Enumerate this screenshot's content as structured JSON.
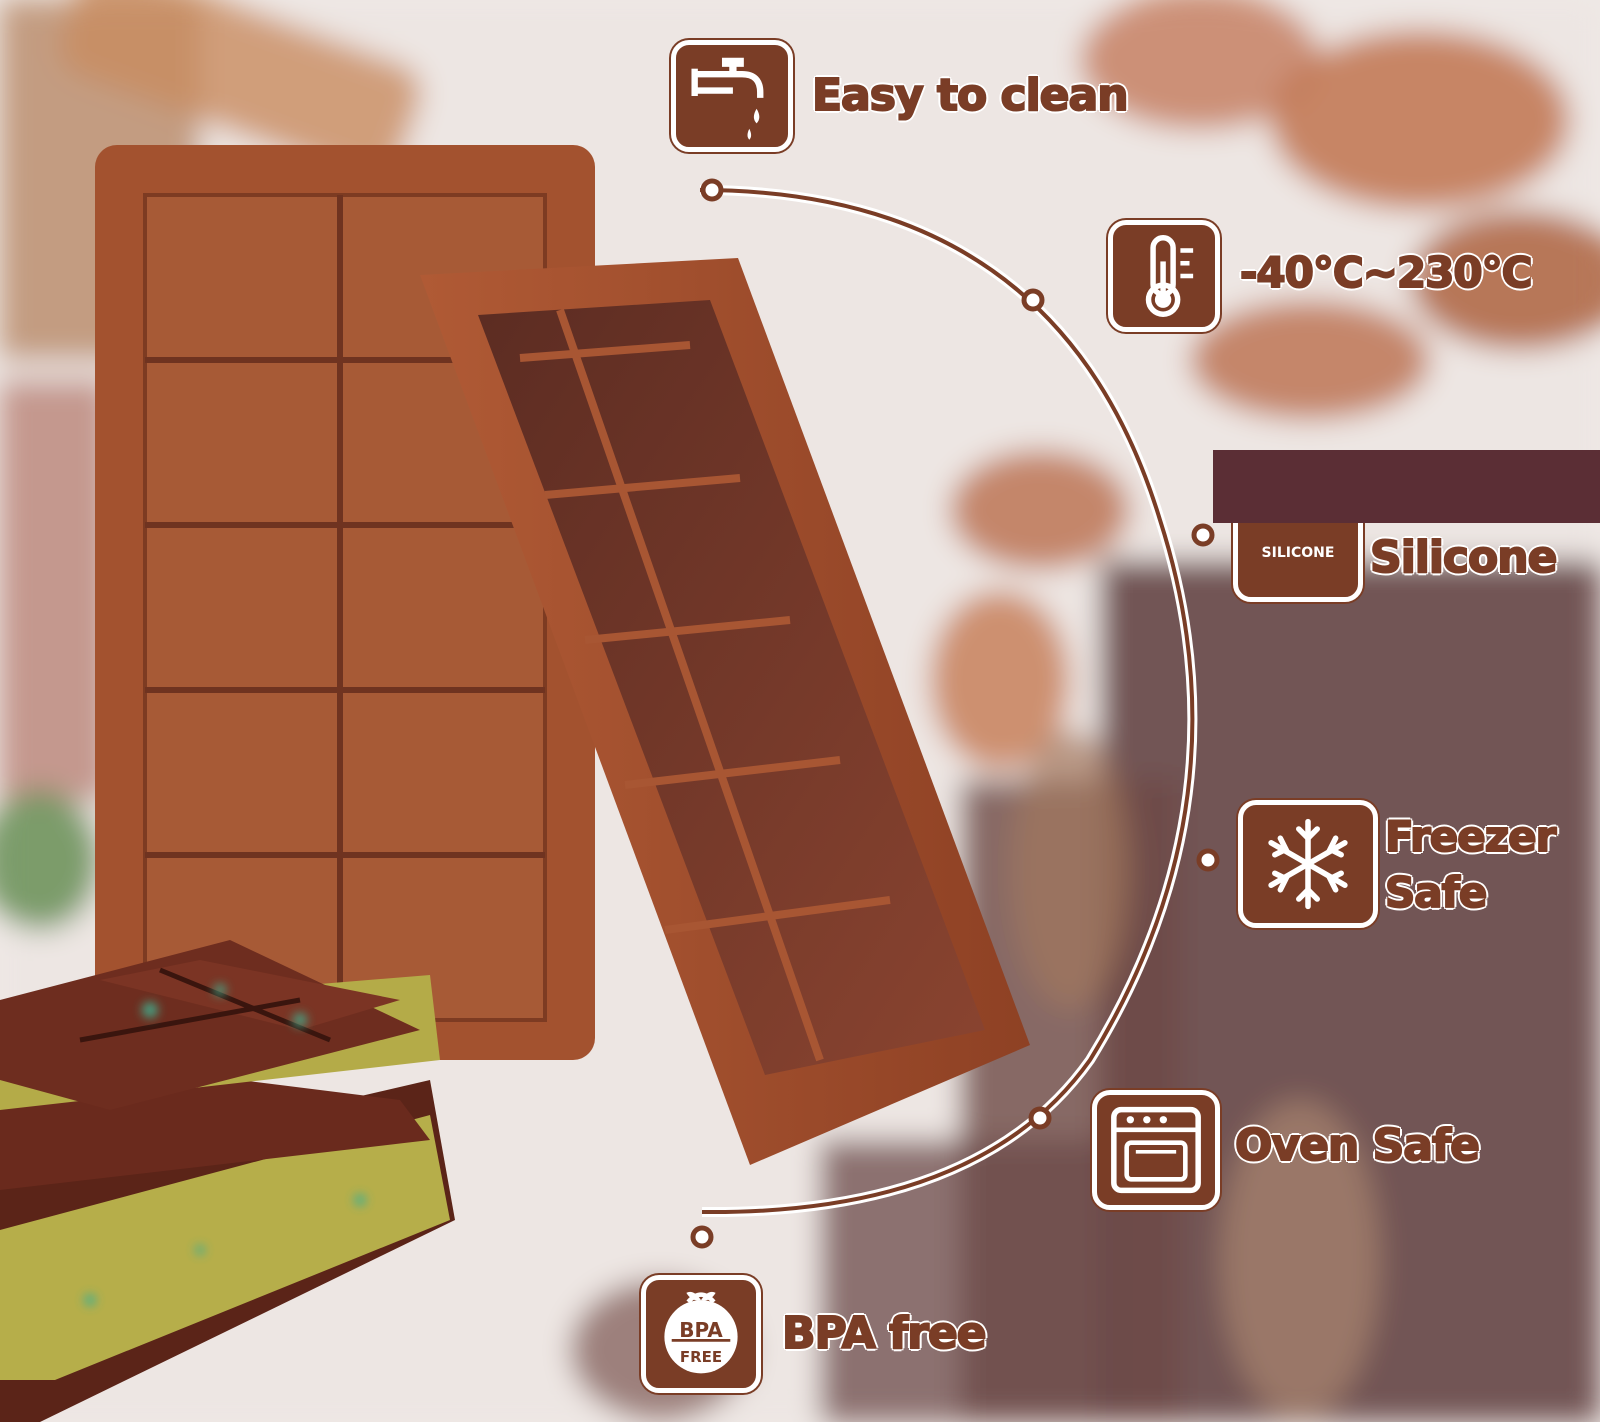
{
  "features": {
    "easy_clean": {
      "label": "Easy to clean",
      "icon": "faucet-icon"
    },
    "temperature": {
      "label": "-40℃~230℃",
      "icon": "thermometer-icon"
    },
    "silicone": {
      "label": "Silicone",
      "badge_text": "SILICONE",
      "icon": "silicone-badge-icon"
    },
    "freezer": {
      "label_line1": "Freezer",
      "label_line2": "Safe",
      "icon": "snowflake-icon"
    },
    "oven": {
      "label": "Oven Safe",
      "icon": "oven-icon"
    },
    "bpa": {
      "label": "BPA free",
      "badge_top": "BPA",
      "badge_bottom": "FREE",
      "icon": "bpa-free-leaf-icon"
    }
  },
  "colors": {
    "brand_brown": "#7a3d26",
    "mold_brown": "#9c4a2c",
    "redaction": "#5b2e35"
  }
}
